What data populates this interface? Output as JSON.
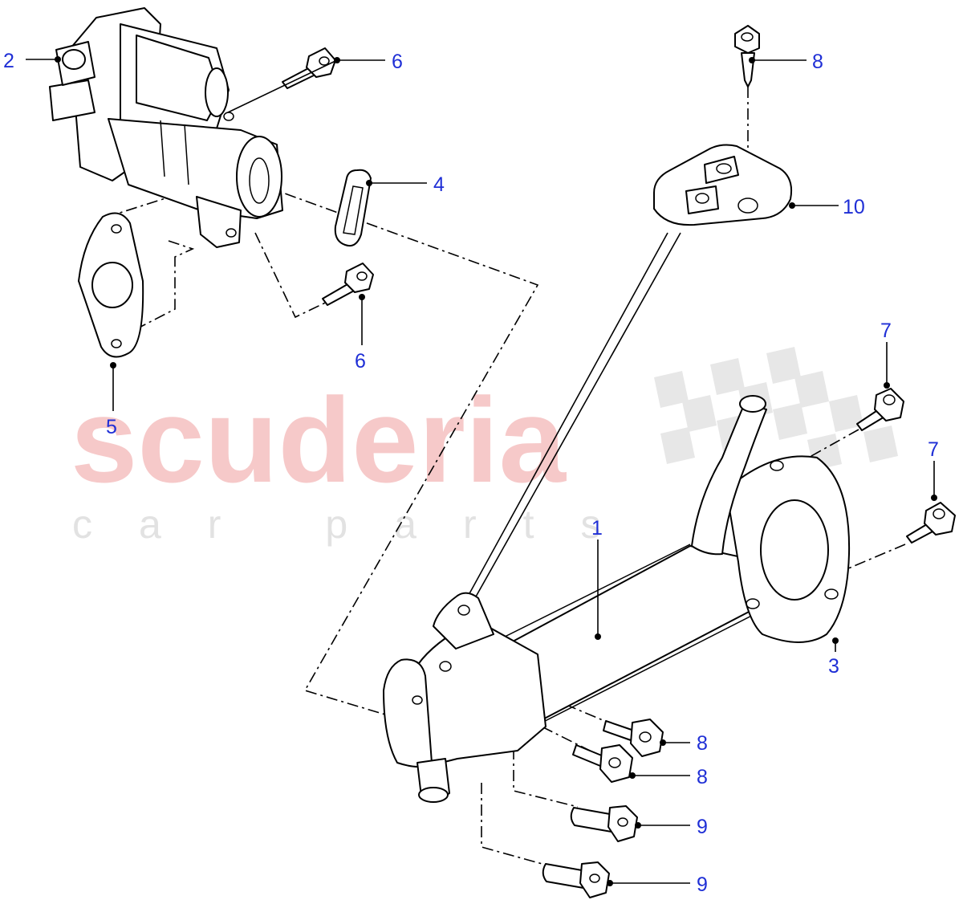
{
  "watermark": {
    "brand": "scuderia",
    "tagline": "car parts"
  },
  "callouts": {
    "c1": "1",
    "c2": "2",
    "c3": "3",
    "c4": "4",
    "c5": "5",
    "c6a": "6",
    "c6b": "6",
    "c7a": "7",
    "c7b": "7",
    "c8a": "8",
    "c8b": "8",
    "c8c": "8",
    "c9a": "9",
    "c9b": "9",
    "c10": "10"
  },
  "colors": {
    "callout": "#1f2fd6",
    "watermark_brand": "#f6c9c9",
    "watermark_tagline": "#e2e2e2",
    "line": "#000000"
  }
}
